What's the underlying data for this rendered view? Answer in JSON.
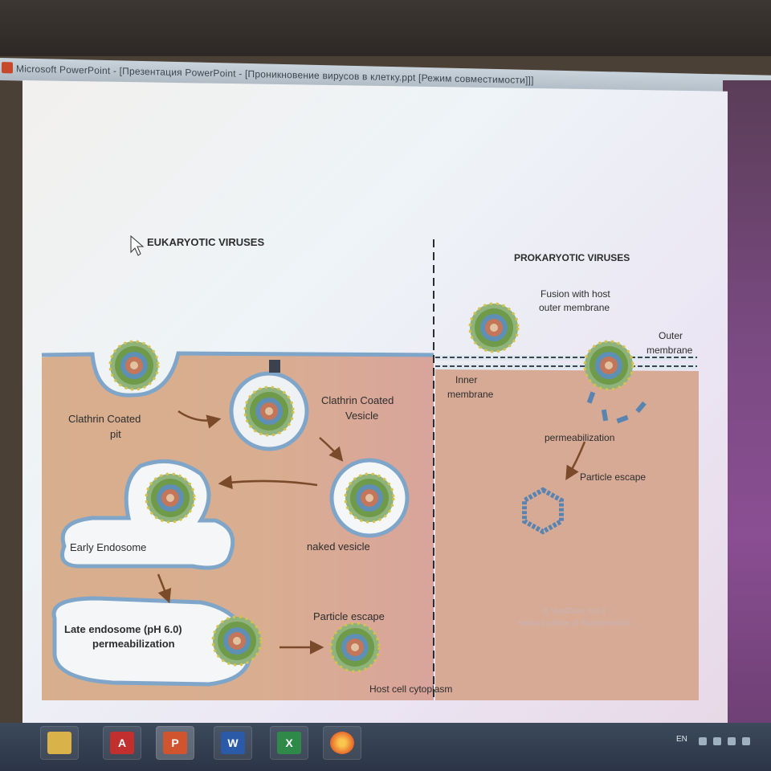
{
  "window": {
    "title": "Microsoft PowerPoint - [Презентация PowerPoint - [Проникновение вирусов в клетку.ppt [Режим совместимости]]]"
  },
  "slide": {
    "left_heading": "EUKARYOTIC VIRUSES",
    "right_heading": "PROKARYOTIC VIRUSES",
    "labels": {
      "clathrin_pit_1": "Clathrin Coated",
      "clathrin_pit_2": "pit",
      "clathrin_vesicle_1": "Clathrin Coated",
      "clathrin_vesicle_2": "Vesicle",
      "naked_vesicle": "naked vesicle",
      "early_endosome": "Early Endosome",
      "late_endosome_1": "Late endosome (pH 6.0)",
      "late_endosome_2": "permeabilization",
      "particle_escape_left": "Particle escape",
      "host_cytoplasm": "Host cell cytoplasm",
      "fusion_1": "Fusion with host",
      "fusion_2": "outer membrane",
      "outer_membrane_1": "Outer",
      "outer_membrane_2": "membrane",
      "inner_membrane_1": "Inner",
      "inner_membrane_2": "membrane",
      "permeabilization": "permeabilization",
      "particle_escape_right": "Particle escape",
      "copyright_1": "© ViralZone 2013",
      "copyright_2": "Swiss Institute of Bioinformatics"
    }
  },
  "taskbar": {
    "language": "EN",
    "apps": [
      {
        "name": "explorer",
        "glyph": ""
      },
      {
        "name": "acrobat",
        "glyph": "A"
      },
      {
        "name": "powerpoint",
        "glyph": "P"
      },
      {
        "name": "word",
        "glyph": "W"
      },
      {
        "name": "excel",
        "glyph": "X"
      },
      {
        "name": "firefox",
        "glyph": ""
      }
    ]
  },
  "colors": {
    "cytoplasm": "#d6ab8c",
    "membrane": "#7fa5c8",
    "arrow": "#7a4a2a",
    "vesicle_fill": "#f4f6f8",
    "virus_core": "#c4765a",
    "virus_green": "#6f9a4a"
  }
}
